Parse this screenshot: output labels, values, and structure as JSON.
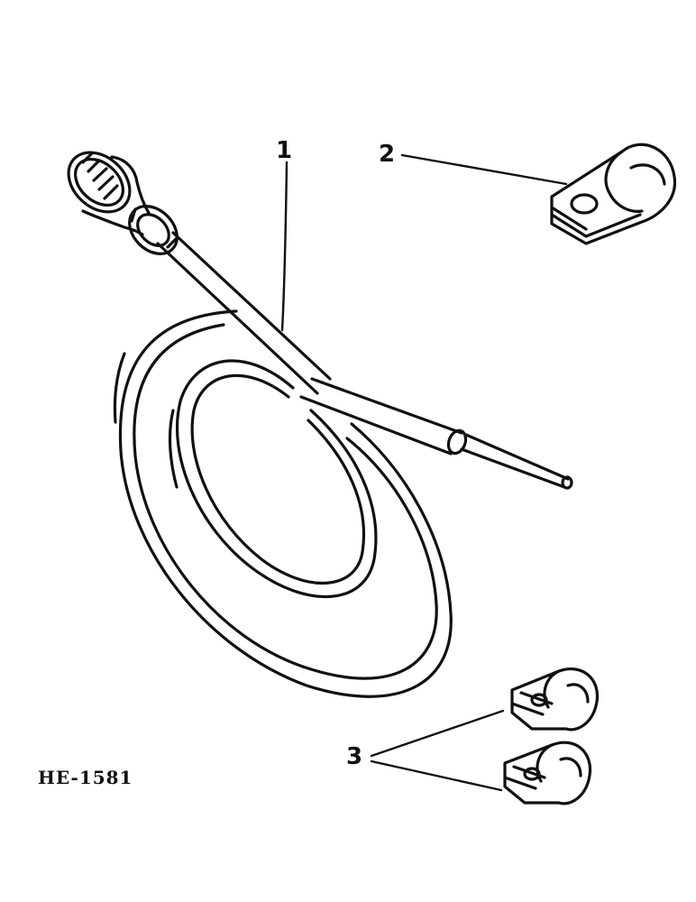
{
  "figure_id": "HE-1581",
  "callouts": {
    "cable": "1",
    "clamp_large": "2",
    "clamps_small": "3"
  },
  "colors": {
    "ink": "#111111",
    "paper": "#ffffff"
  }
}
